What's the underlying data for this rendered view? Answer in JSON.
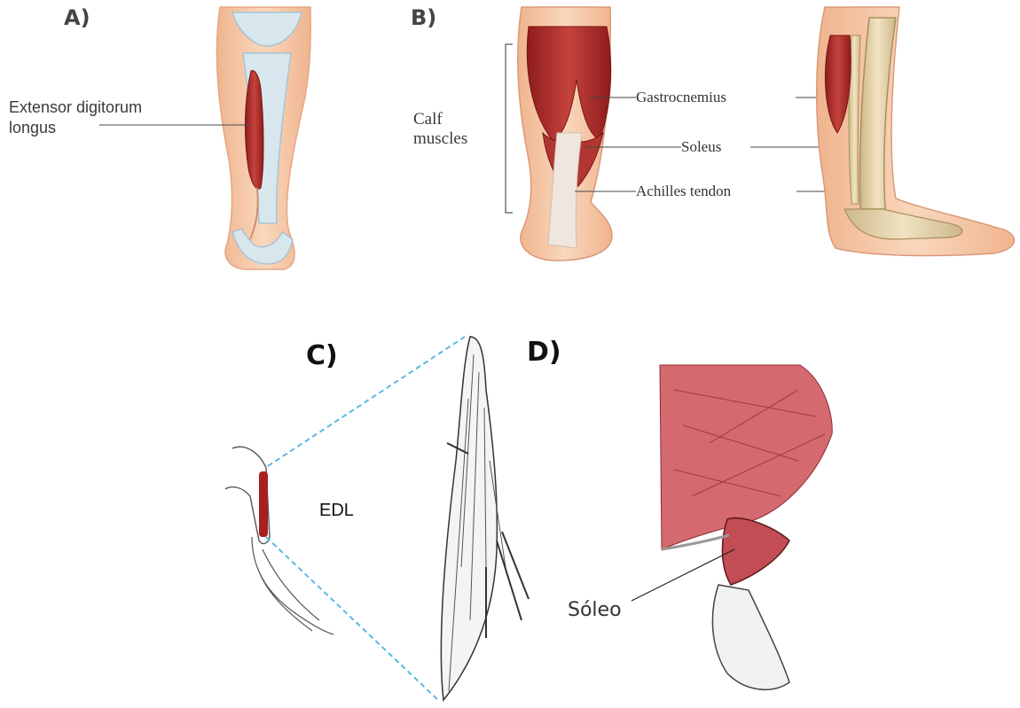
{
  "panels": {
    "a": {
      "label": "A)",
      "muscle_label_line1": "Extensor digitorum",
      "muscle_label_line2": "longus"
    },
    "b": {
      "label": "B)",
      "group_label_line1": "Calf",
      "group_label_line2": "muscles",
      "gastrocnemius": "Gastrocnemius",
      "soleus": "Soleus",
      "achilles": "Achilles tendon"
    },
    "c": {
      "label": "C)",
      "muscle_label": "EDL"
    },
    "d": {
      "label": "D)",
      "muscle_label": "Sóleo"
    }
  },
  "colors": {
    "muscle_red": "#b5302f",
    "muscle_pink": "#d9767a",
    "bone": "#e8d7b0",
    "skin": "#f6c9a5",
    "leader_blue": "#5ab8e6"
  }
}
